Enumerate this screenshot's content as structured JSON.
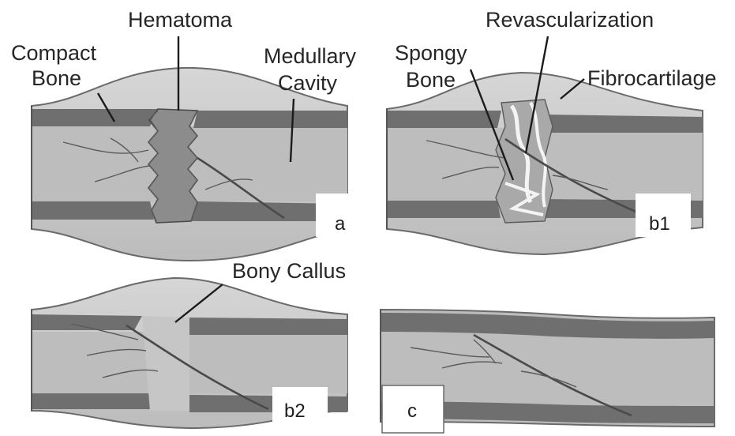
{
  "labels": {
    "hematoma": "Hematoma",
    "compact_bone_line1": "Compact",
    "compact_bone_line2": "Bone",
    "medullary_line1": "Medullary",
    "medullary_line2": "Cavity",
    "revascularization": "Revascularization",
    "spongy_line1": "Spongy",
    "spongy_line2": "Bone",
    "fibrocartilage": "Fibrocartilage",
    "bony_callus": "Bony Callus"
  },
  "panels": {
    "a": "a",
    "b1": "b1",
    "b2": "b2",
    "c": "c"
  },
  "colors": {
    "cortex": "#6f6f6f",
    "marrow": "#bdbdbd",
    "callus": "#cfcfcf",
    "hematoma": "#8c8c8c",
    "label_text": "#262626"
  }
}
